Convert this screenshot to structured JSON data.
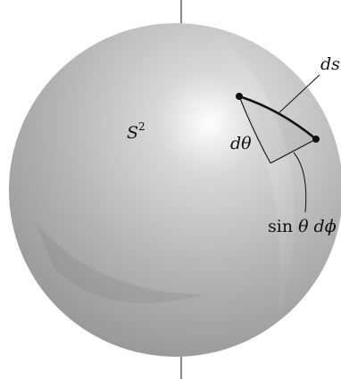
{
  "labels": {
    "sphere": "S",
    "sphere_exp": "2",
    "ds": "ds",
    "dtheta": "dθ",
    "sin": "sin",
    "theta": "θ",
    "dphi": "dϕ"
  },
  "colors": {
    "sphere_highlight": "#ffffff",
    "sphere_mid": "#b4b4b4",
    "sphere_edge": "#8a8a8a",
    "ink": "#111111"
  }
}
